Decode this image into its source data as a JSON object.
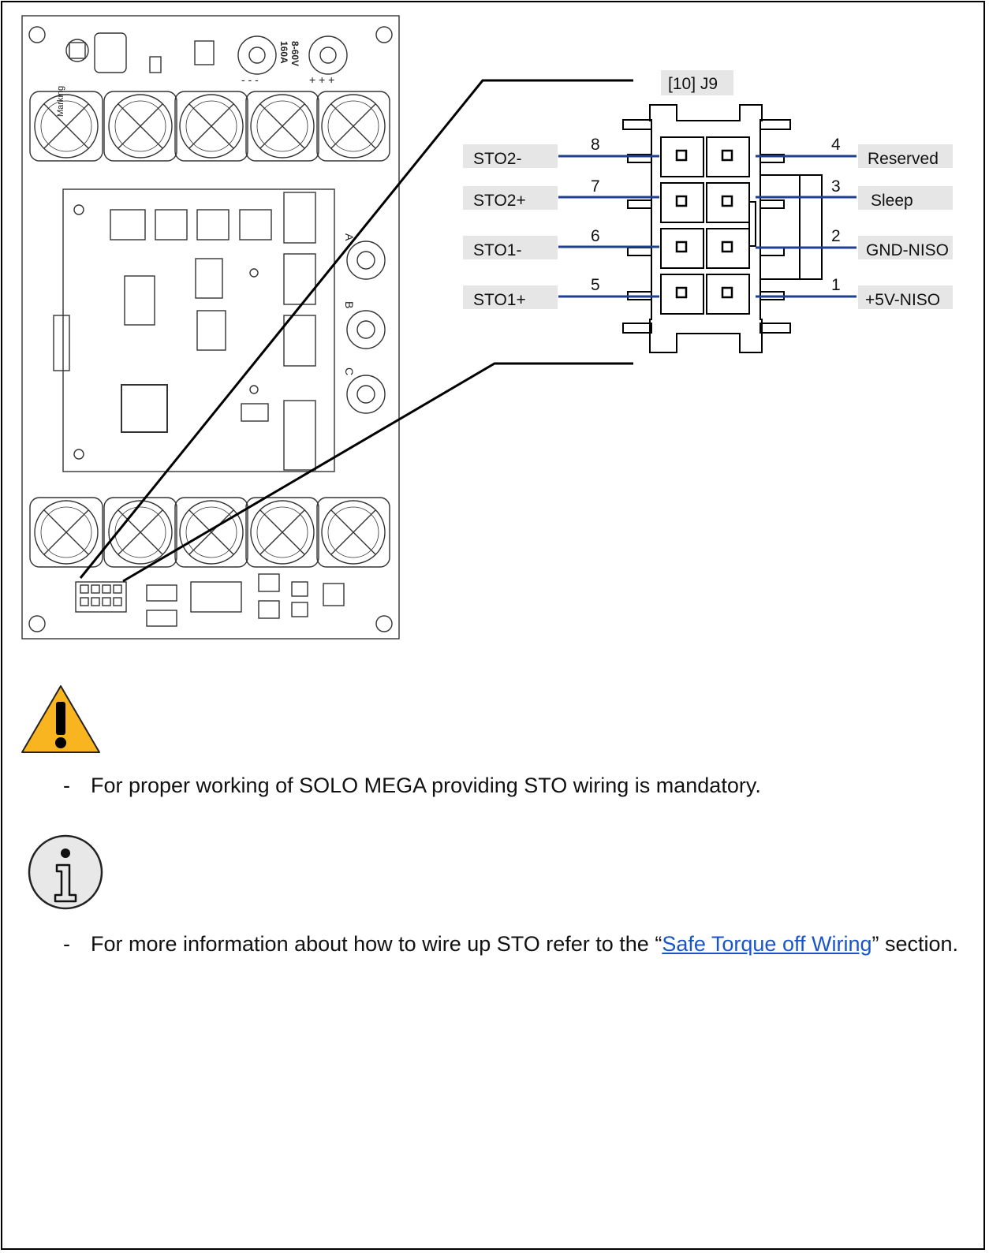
{
  "diagram": {
    "connector_title": "[10] J9",
    "board_silkscreen": {
      "rating": [
        "8-60V",
        "160A"
      ],
      "minus_marks": "- - -",
      "plus_marks": "+ + +",
      "phase_labels": [
        "A",
        "B",
        "C"
      ],
      "capacitor_marking": "Marking"
    },
    "pins_left": [
      {
        "label": "STO2-",
        "number": "8"
      },
      {
        "label": "STO2+",
        "number": "7"
      },
      {
        "label": "STO1-",
        "number": "6"
      },
      {
        "label": "STO1+",
        "number": "5"
      }
    ],
    "pins_right": [
      {
        "label": "Reserved",
        "number": "4"
      },
      {
        "label": "Sleep",
        "number": "3"
      },
      {
        "label": "GND-NISO",
        "number": "2"
      },
      {
        "label": "+5V-NISO",
        "number": "1"
      }
    ],
    "colors": {
      "wire": "#1f3f8f",
      "label_bg": "#e6e6e6",
      "outline": "#000000"
    }
  },
  "warning": {
    "icon": "warning-triangle-icon",
    "bullet": "-",
    "text": "For proper working of SOLO MEGA providing STO wiring is mandatory.",
    "colors": {
      "fill": "#f9b51f"
    }
  },
  "info": {
    "icon": "info-circle-icon",
    "bullet": "-",
    "text_before": "For more information about how to wire up STO refer to the “",
    "link_text": "Safe Torque off Wiring",
    "text_after": "” section."
  }
}
